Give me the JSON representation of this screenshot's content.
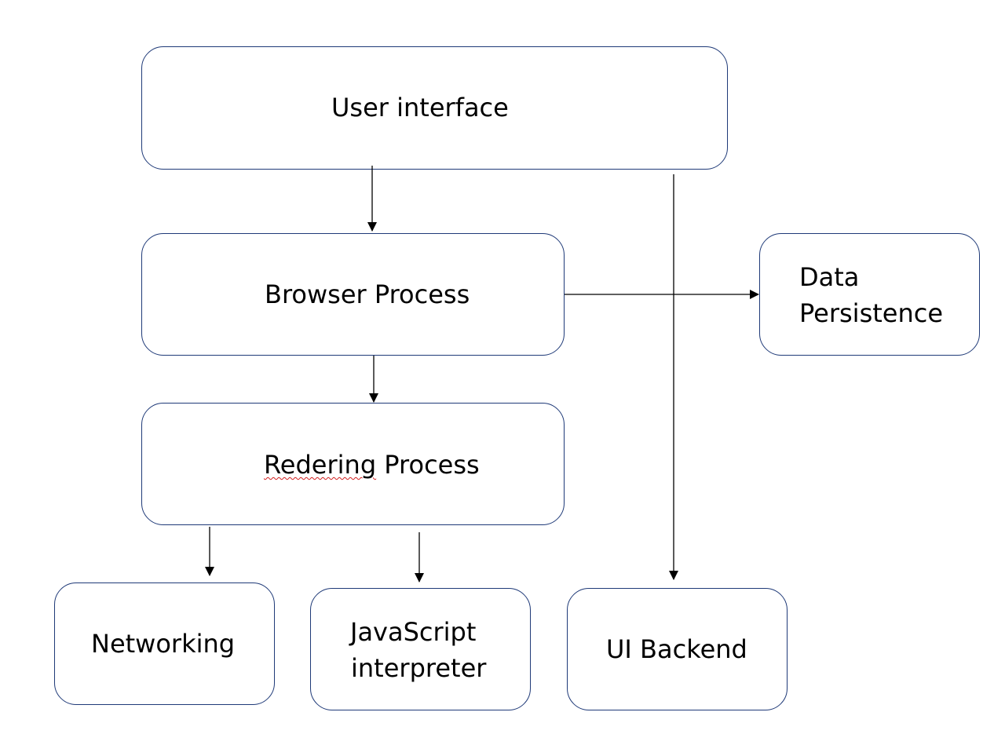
{
  "diagram": {
    "nodes": {
      "user_interface": {
        "label": "User interface"
      },
      "browser_process": {
        "label": "Browser Process"
      },
      "rendering_process": {
        "misspelled": "Redering",
        "rest": " Process"
      },
      "data_persistence": {
        "line1": "Data",
        "line2": "Persistence"
      },
      "networking": {
        "label": "Networking"
      },
      "javascript_interpreter": {
        "line1": "JavaScript",
        "line2": "interpreter"
      },
      "ui_backend": {
        "label": "UI Backend"
      }
    },
    "edges": [
      {
        "from": "User interface",
        "to": "Browser Process"
      },
      {
        "from": "User interface",
        "to": "UI Backend"
      },
      {
        "from": "Browser Process",
        "to": "Data Persistence"
      },
      {
        "from": "Browser Process",
        "to": "Redering Process"
      },
      {
        "from": "Redering Process",
        "to": "Networking"
      },
      {
        "from": "Redering Process",
        "to": "JavaScript interpreter"
      }
    ],
    "colors": {
      "box_border": "#1f3a78",
      "arrow": "#000000",
      "spellcheck_underline": "#d21f1f"
    }
  }
}
